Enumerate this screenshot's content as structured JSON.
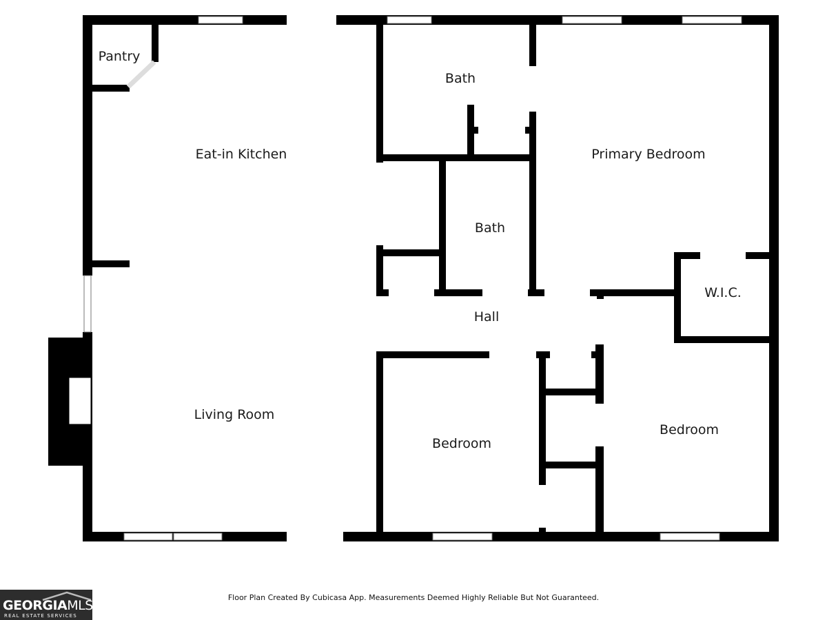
{
  "rooms": {
    "pantry": "Pantry",
    "kitchen": "Eat-in Kitchen",
    "bath_upper": "Bath",
    "bath_middle": "Bath",
    "primary_bedroom": "Primary Bedroom",
    "wic": "W.I.C.",
    "hall": "Hall",
    "living_room": "Living Room",
    "bedroom_center": "Bedroom",
    "bedroom_right": "Bedroom"
  },
  "footer": {
    "note": "Floor Plan Created By Cubicasa App. Measurements Deemed Highly Reliable But Not Guaranteed."
  },
  "logo": {
    "main": "GEORGIA",
    "suffix": "MLS",
    "sub": "REAL ESTATE SERVICES"
  }
}
